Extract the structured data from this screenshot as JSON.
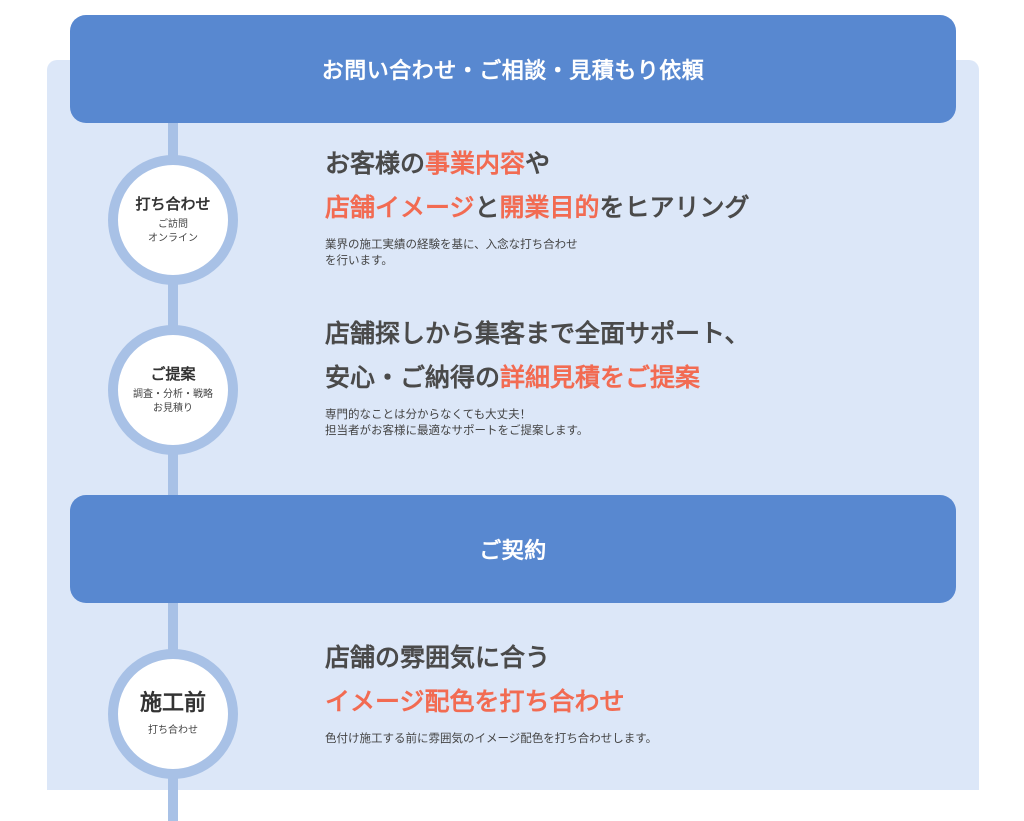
{
  "colors": {
    "header_bg": "#5888d0",
    "panel_bg": "#dce7f8",
    "timeline": "#a8c1e6",
    "highlight": "#f26b52",
    "text": "#4a4a4a"
  },
  "stages": [
    {
      "label": "お問い合わせ・ご相談・見積もり依頼"
    },
    {
      "label": "ご契約"
    }
  ],
  "steps": [
    {
      "circle": {
        "title": "打ち合わせ",
        "sub1": "ご訪問",
        "sub2": "オンライン"
      },
      "headline": {
        "line1": [
          {
            "text": "お客様の",
            "highlight": false
          },
          {
            "text": "事業内容",
            "highlight": true
          },
          {
            "text": "や",
            "highlight": false
          }
        ],
        "line2": [
          {
            "text": "店舗イメージ",
            "highlight": true
          },
          {
            "text": "と",
            "highlight": false
          },
          {
            "text": "開業目的",
            "highlight": true
          },
          {
            "text": "をヒアリング",
            "highlight": false
          }
        ]
      },
      "description": {
        "line1": "業界の施工実績の経験を基に、入念な打ち合わせ",
        "line2": "を行います。"
      }
    },
    {
      "circle": {
        "title": "ご提案",
        "sub1": "調査・分析・戦略",
        "sub2": "お見積り"
      },
      "headline": {
        "line1": [
          {
            "text": "店舗探しから集客まで全面サポート、",
            "highlight": false
          }
        ],
        "line2": [
          {
            "text": "安心・ご納得の",
            "highlight": false
          },
          {
            "text": "詳細見積をご提案",
            "highlight": true
          }
        ]
      },
      "description": {
        "line1": "専門的なことは分からなくても大丈夫！",
        "line2": "担当者がお客様に最適なサポートをご提案します。"
      }
    },
    {
      "circle": {
        "title": "施工前",
        "sub1": "打ち合わせ"
      },
      "headline": {
        "line1": [
          {
            "text": "店舗の雰囲気に合う",
            "highlight": false
          }
        ],
        "line2": [
          {
            "text": "イメージ配色を打ち合わせ",
            "highlight": true
          }
        ]
      },
      "description": {
        "line1": "色付け施工する前に雰囲気のイメージ配色を打ち合わせします。"
      }
    }
  ]
}
